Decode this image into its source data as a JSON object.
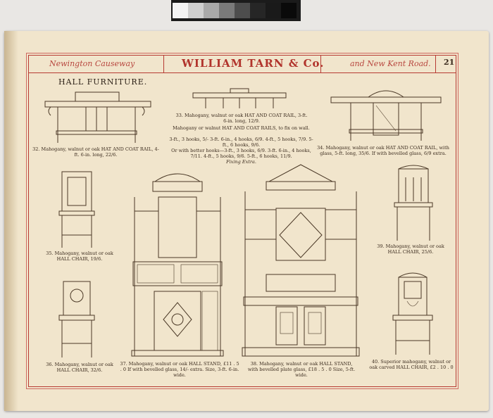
{
  "header": {
    "left": "Newington Causeway",
    "title": "WILLIAM TARN & Co.",
    "right": "and New Kent Road.",
    "page_number": "21"
  },
  "section_title": "HALL FURNITURE.",
  "items": [
    {
      "caption": "32. Mahogany, walnut or oak HAT AND COAT RAIL, 4-ft. 6-in. long, 22/6."
    },
    {
      "caption": "33. Mahogany, walnut or oak HAT AND COAT RAIL, 3-ft. 6-in. long, 12/9.",
      "extra": [
        "Mahogany or walnut HAT AND COAT RAILS, to fix on wall.",
        "3-ft., 3 hooks, 5/- 3-ft. 6-in., 4 hooks, 6/9. 4-ft., 5 hooks, 7/9. 5-ft., 6 hooks, 9/6.",
        "Or with better hooks—3-ft., 3 hooks, 6/9. 3-ft. 6-in., 4 hooks, 7/11. 4-ft., 5 hooks, 9/6. 5-ft., 6 hooks, 11/9.",
        "Fixing Extra."
      ]
    },
    {
      "caption": "34. Mahogany, walnut or oak HAT AND COAT RAIL, with glass, 5-ft. long, 35/6. If with bevelled glass, 6/9 extra."
    },
    {
      "caption": "35. Mahogany, walnut or oak HALL CHAIR, 19/6."
    },
    {
      "caption": "36. Mahogany, walnut or oak HALL CHAIR, 32/6."
    },
    {
      "caption": "37. Mahogany, walnut or oak HALL STAND, £11 . 5 . 0 If with bevelled glass, 14/- extra. Size, 3-ft. 6-in. wide."
    },
    {
      "caption": "38. Mahogany, walnut or oak HALL STAND, with bevelled plate glass, £18 . 5 . 0 Size, 5-ft. wide."
    },
    {
      "caption": "39. Mahogany, walnut or oak HALL CHAIR, 25/6."
    },
    {
      "caption": "40. Superior mahogany, walnut or oak carved HALL CHAIR, £2 . 10 . 0"
    }
  ],
  "colors": {
    "border_red": "#b73b33",
    "paper": "#f1e5cc",
    "ink": "#3a2a1d"
  }
}
